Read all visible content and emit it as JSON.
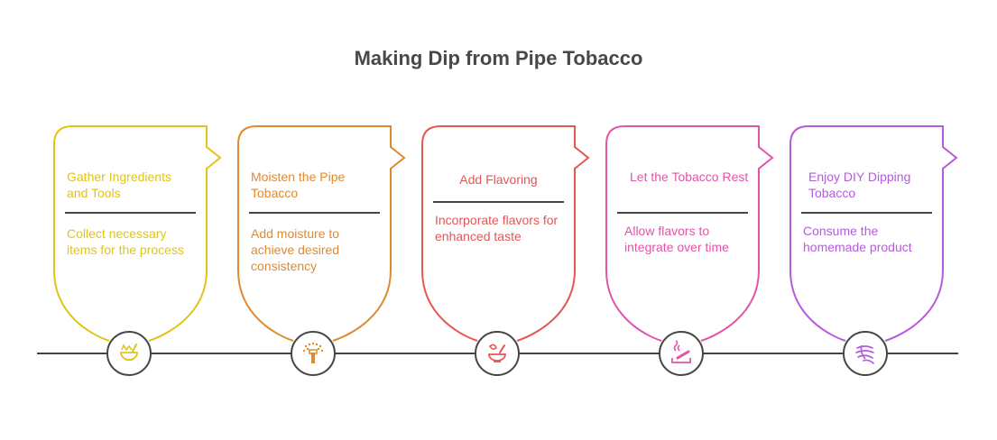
{
  "title": "Making Dip from Pipe Tobacco",
  "steps": [
    {
      "title": "Gather Ingredients and Tools",
      "description": "Collect necessary items for the process",
      "icon": "mortar-bowl-icon",
      "color": "#E0C41B"
    },
    {
      "title": "Moisten the Pipe Tobacco",
      "description": "Add moisture to achieve desired consistency",
      "icon": "sprinkler-icon",
      "color": "#E08A30"
    },
    {
      "title": "Add Flavoring",
      "description": "Incorporate flavors for enhanced taste",
      "icon": "herb-bowl-icon",
      "color": "#E55656"
    },
    {
      "title": "Let the Tobacco Rest",
      "description": "Allow flavors to integrate over time",
      "icon": "cigarette-tray-icon",
      "color": "#E055A8"
    },
    {
      "title": "Enjoy DIY Dipping Tobacco",
      "description": "Consume the homemade product",
      "icon": "hand-gesture-icon",
      "color": "#B45CDB"
    }
  ],
  "colors": {
    "line": "#454545",
    "title": "#484848"
  }
}
